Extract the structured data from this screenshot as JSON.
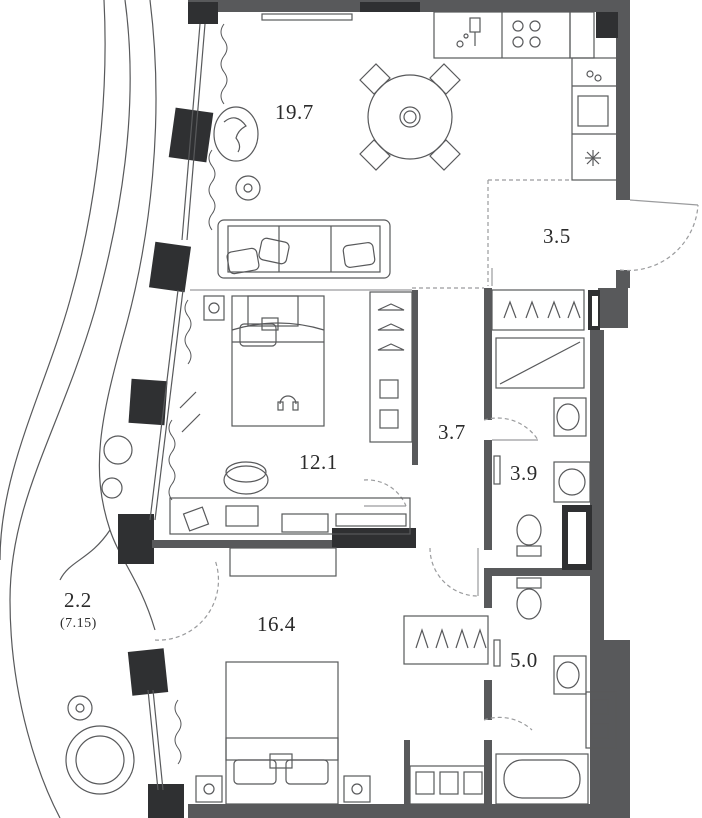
{
  "rooms": {
    "kitchen_living": {
      "area": "19.7"
    },
    "hall_entry": {
      "area": "3.5"
    },
    "bedroom_1": {
      "area": "12.1"
    },
    "corridor": {
      "area": "3.7"
    },
    "bathroom_1": {
      "area": "3.9"
    },
    "bedroom_2": {
      "area": "16.4"
    },
    "bathroom_2": {
      "area": "5.0"
    },
    "balcony": {
      "area": "2.2",
      "sub_area": "(7.15)"
    }
  },
  "colors": {
    "wall": "#58595b",
    "wall_dark": "#2f3032",
    "line": "#6d6e70",
    "furniture_stroke": "#58595b",
    "fill": "#ffffff"
  }
}
